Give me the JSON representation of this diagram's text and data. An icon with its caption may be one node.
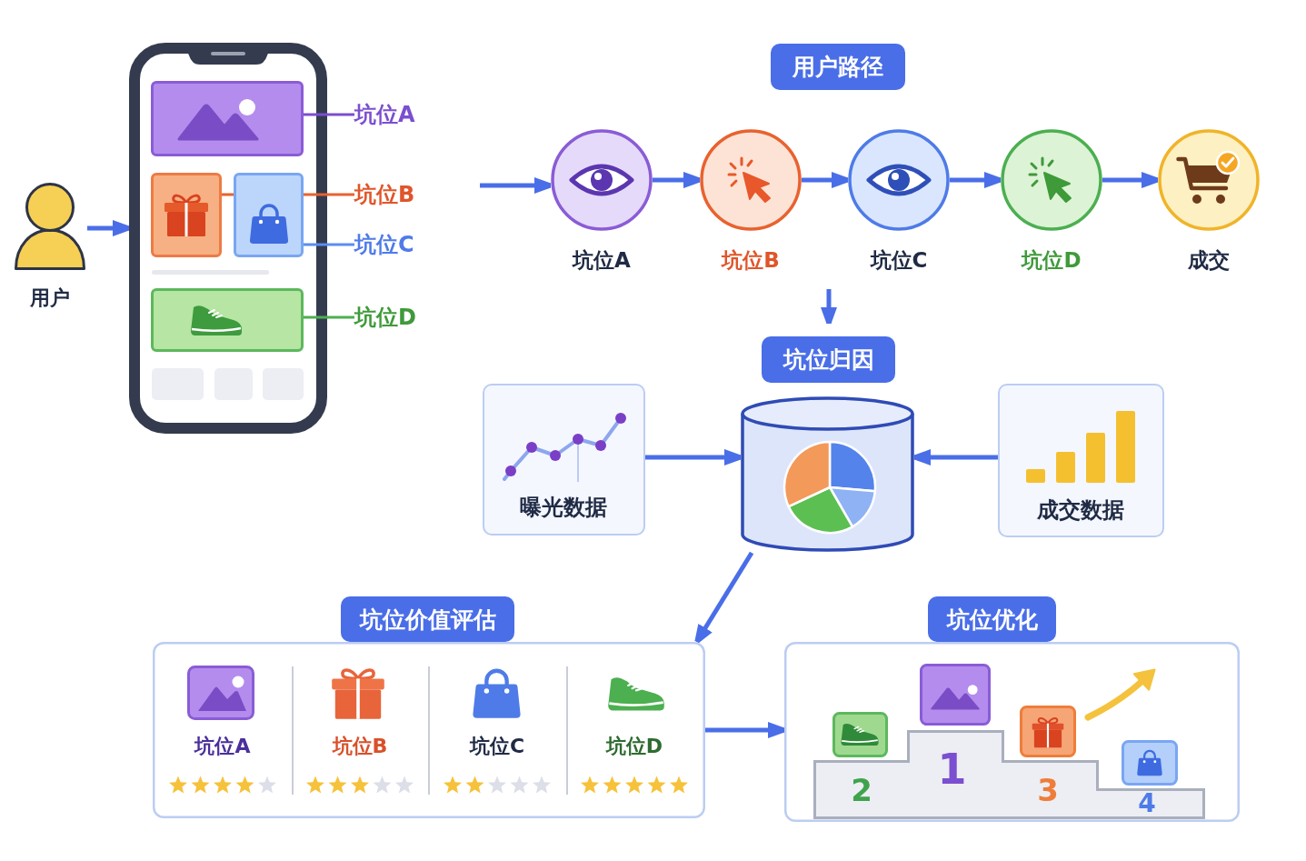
{
  "diagram": {
    "nodes": [
      {
        "text": [
          "用户"
        ]
      },
      {
        "text": [],
        "shape": "phone"
      },
      {
        "text": [],
        "shape": "box",
        "in": 1
      },
      {
        "text": [],
        "shape": "box",
        "in": 1
      },
      {
        "text": [],
        "shape": "box",
        "in": 1
      },
      {
        "text": [],
        "shape": "box",
        "in": 1
      },
      {
        "text": [
          "坑位A"
        ]
      },
      {
        "text": [
          "坑位B"
        ]
      },
      {
        "text": [
          "坑位C"
        ]
      },
      {
        "text": [
          "坑位D"
        ]
      },
      {
        "text": [
          "用户路径"
        ]
      },
      {
        "text": [
          "坑位A"
        ]
      },
      {
        "text": [
          "坑位B"
        ]
      },
      {
        "text": [
          "坑位C"
        ]
      },
      {
        "text": [
          "坑位D"
        ]
      },
      {
        "text": [
          "成交"
        ]
      },
      {
        "text": [
          "坑位归因"
        ]
      },
      {
        "text": [
          "曝光数据"
        ]
      },
      {
        "text": [],
        "shape": "cylinder"
      },
      {
        "text": [
          "成交数据"
        ]
      },
      {
        "text": [
          "坑位价值评估"
        ]
      },
      {
        "text": [],
        "shape": "box"
      },
      {
        "text": [
          "坑位A"
        ],
        "in": 21
      },
      {
        "text": [
          "坑位B"
        ],
        "in": 21
      },
      {
        "text": [
          "坑位C"
        ],
        "in": 21
      },
      {
        "text": [
          "坑位D"
        ],
        "in": 21
      },
      {
        "text": [
          "坑位优化"
        ]
      },
      {
        "text": [],
        "shape": "box"
      },
      {
        "text": [
          "2"
        ],
        "in": 27
      },
      {
        "text": [
          "1"
        ],
        "in": 27
      },
      {
        "text": [
          "3"
        ],
        "in": 27
      },
      {
        "text": [
          "4"
        ],
        "in": 27
      }
    ],
    "edges": [
      {
        "from": 0,
        "to": 1,
        "arrow": "to"
      },
      {
        "from": 6,
        "to": 2,
        "arrow": "none",
        "color": "#7b4fd0"
      },
      {
        "from": 7,
        "to": 3,
        "arrow": "none",
        "color": "#e8622f"
      },
      {
        "from": 8,
        "to": 4,
        "arrow": "none",
        "color": "#5b8cf0"
      },
      {
        "from": 9,
        "to": 5,
        "arrow": "none",
        "color": "#4caf50"
      },
      {
        "from": null,
        "to": 11,
        "arrow": "to"
      },
      {
        "from": 11,
        "to": 12,
        "arrow": "to"
      },
      {
        "from": 12,
        "to": 13,
        "arrow": "to"
      },
      {
        "from": 13,
        "to": 14,
        "arrow": "to"
      },
      {
        "from": 14,
        "to": 15,
        "arrow": "to"
      },
      {
        "from": null,
        "to": 16,
        "arrow": "to"
      },
      {
        "from": 17,
        "to": 18,
        "arrow": "to"
      },
      {
        "from": 19,
        "to": 18,
        "arrow": "to"
      },
      {
        "from": 18,
        "to": 21,
        "arrow": "to"
      },
      {
        "from": 21,
        "to": 27,
        "arrow": "to"
      }
    ]
  }
}
